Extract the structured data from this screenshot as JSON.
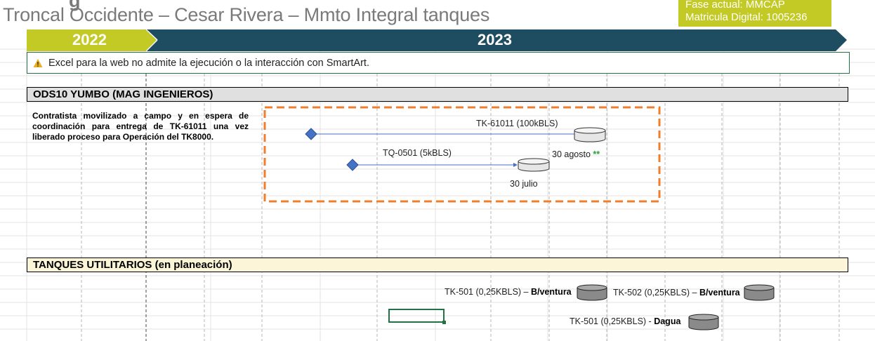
{
  "header": {
    "title": "Troncal Occidente – Cesar Rivera – Mmto Integral tanques",
    "phase_line_1": "Fase actual: MMCAP",
    "phase_line_2": "Matricula Digital: 1005236"
  },
  "timeline": {
    "year_1": "2022",
    "year_2": "2023"
  },
  "notice": {
    "icon": "warning-icon",
    "text": "Excel para la web no admite la ejecución o la interacción con SmartArt."
  },
  "section_1": {
    "title": "ODS10 YUMBO (MAG INGENIEROS)",
    "description": "Contratista movilizado a campo y en espera de coordinación para entrega de TK-61011 una vez liberado proceso para Operación del TK8000.",
    "items": [
      {
        "label": "TK-61011 (100kBLS)",
        "date": "30 agosto",
        "mark": "**"
      },
      {
        "label": "TQ-0501 (5kBLS)",
        "date": "30 julio"
      }
    ]
  },
  "section_2": {
    "title": "TANQUES UTILITARIOS (en planeación)",
    "items": [
      {
        "label": "TK-501 (0,25KBLS) – ",
        "location": "B/ventura"
      },
      {
        "label": "TK-502 (0,25KBLS) – ",
        "location": "B/ventura"
      },
      {
        "label": "TK-501 (0,25KBLS) - ",
        "location": "Dagua"
      }
    ]
  },
  "colors": {
    "olive": "#c3c925",
    "navy": "#1e4c61",
    "dash_orange": "#f07f2c",
    "diamond_blue": "#4472c4",
    "excel_green": "#217346"
  }
}
